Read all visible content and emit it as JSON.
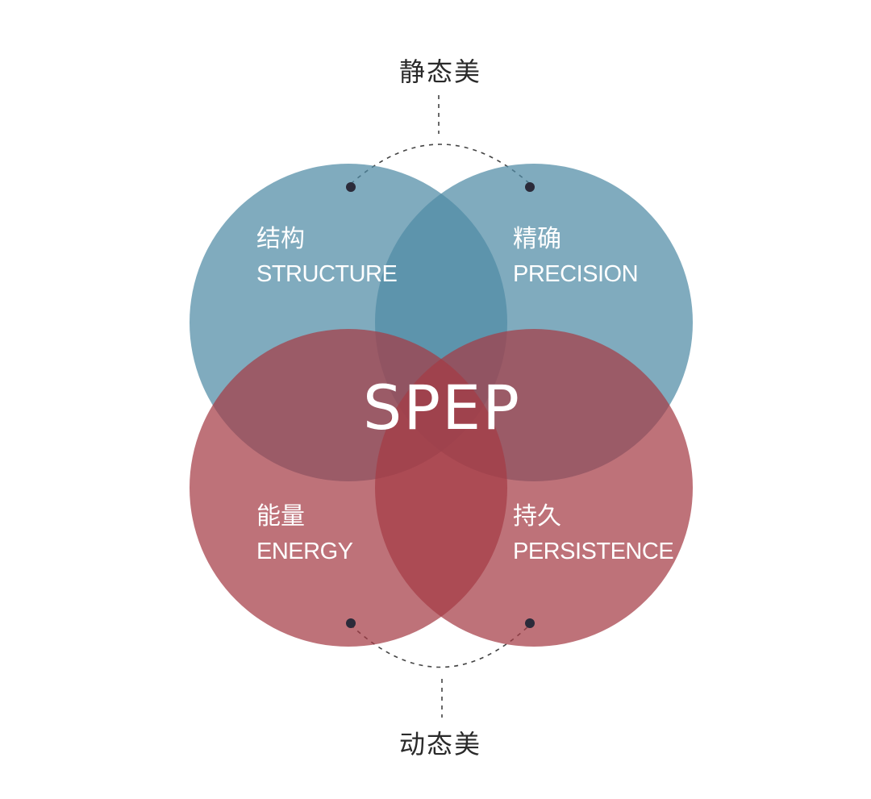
{
  "center": {
    "text": "SPEP"
  },
  "top_label": {
    "text": "静态美"
  },
  "bottom_label": {
    "text": "动态美"
  },
  "circles": [
    {
      "id": "structure",
      "cn": "结构",
      "en": "STRUCTURE",
      "color": "#4f8aa5"
    },
    {
      "id": "precision",
      "cn": "精确",
      "en": "PRECISION",
      "color": "#4f8aa5"
    },
    {
      "id": "energy",
      "cn": "能量",
      "en": "ENERGY",
      "color": "#a53c45"
    },
    {
      "id": "persistence",
      "cn": "持久",
      "en": "PERSISTENCE",
      "color": "#a53c45"
    }
  ],
  "colors": {
    "blue": "#4f8aa5",
    "red": "#a53c45",
    "connector": "#444444",
    "marker": "#2b2b3a"
  }
}
